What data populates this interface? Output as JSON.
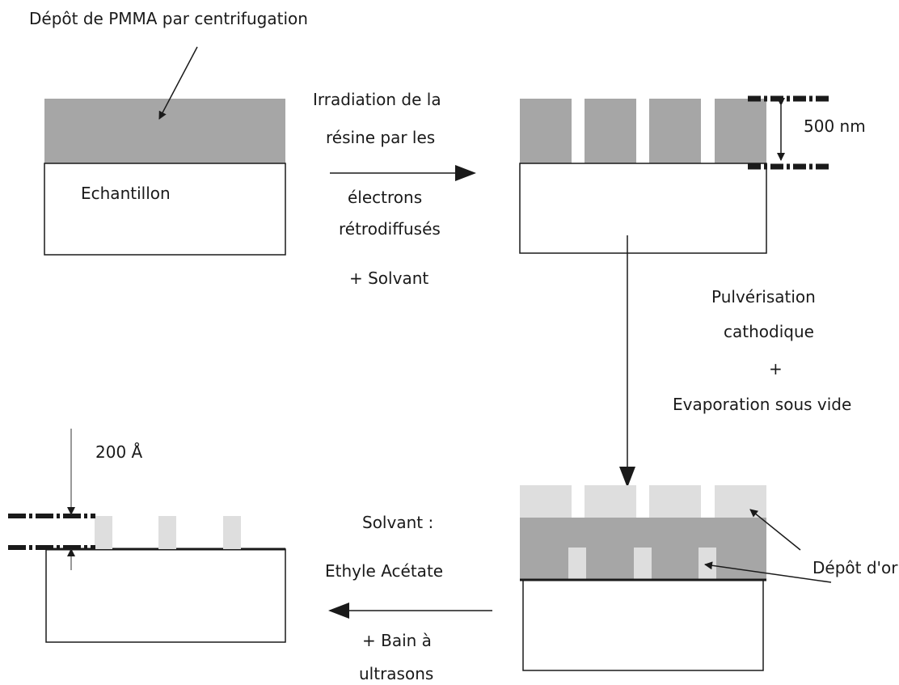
{
  "labels": {
    "pmma_deposit": "Dépôt de PMMA par centrifugation",
    "sample": "Echantillon",
    "irradiation_1": "Irradiation de la",
    "irradiation_2": "résine par les",
    "irradiation_3": "électrons",
    "irradiation_4": "rétrodiffusés",
    "solvent_plus": "+ Solvant",
    "thickness_500": "500 nm",
    "sputtering_1": "Pulvérisation",
    "sputtering_2": "cathodique",
    "plus": "+",
    "vacuum_evaporation": "Evaporation sous vide",
    "gold_deposit": "Dépôt d'or",
    "solvent_colon": "Solvant :",
    "ethyl_acetate": "Ethyle Acétate",
    "bath_1": "+ Bain à",
    "bath_2": "ultrasons",
    "thickness_200": "200 Å"
  },
  "colors": {
    "resist": "#a6a6a6",
    "gold": "#dedede",
    "outline": "#1a1a1a",
    "substrate": "#ffffff"
  }
}
